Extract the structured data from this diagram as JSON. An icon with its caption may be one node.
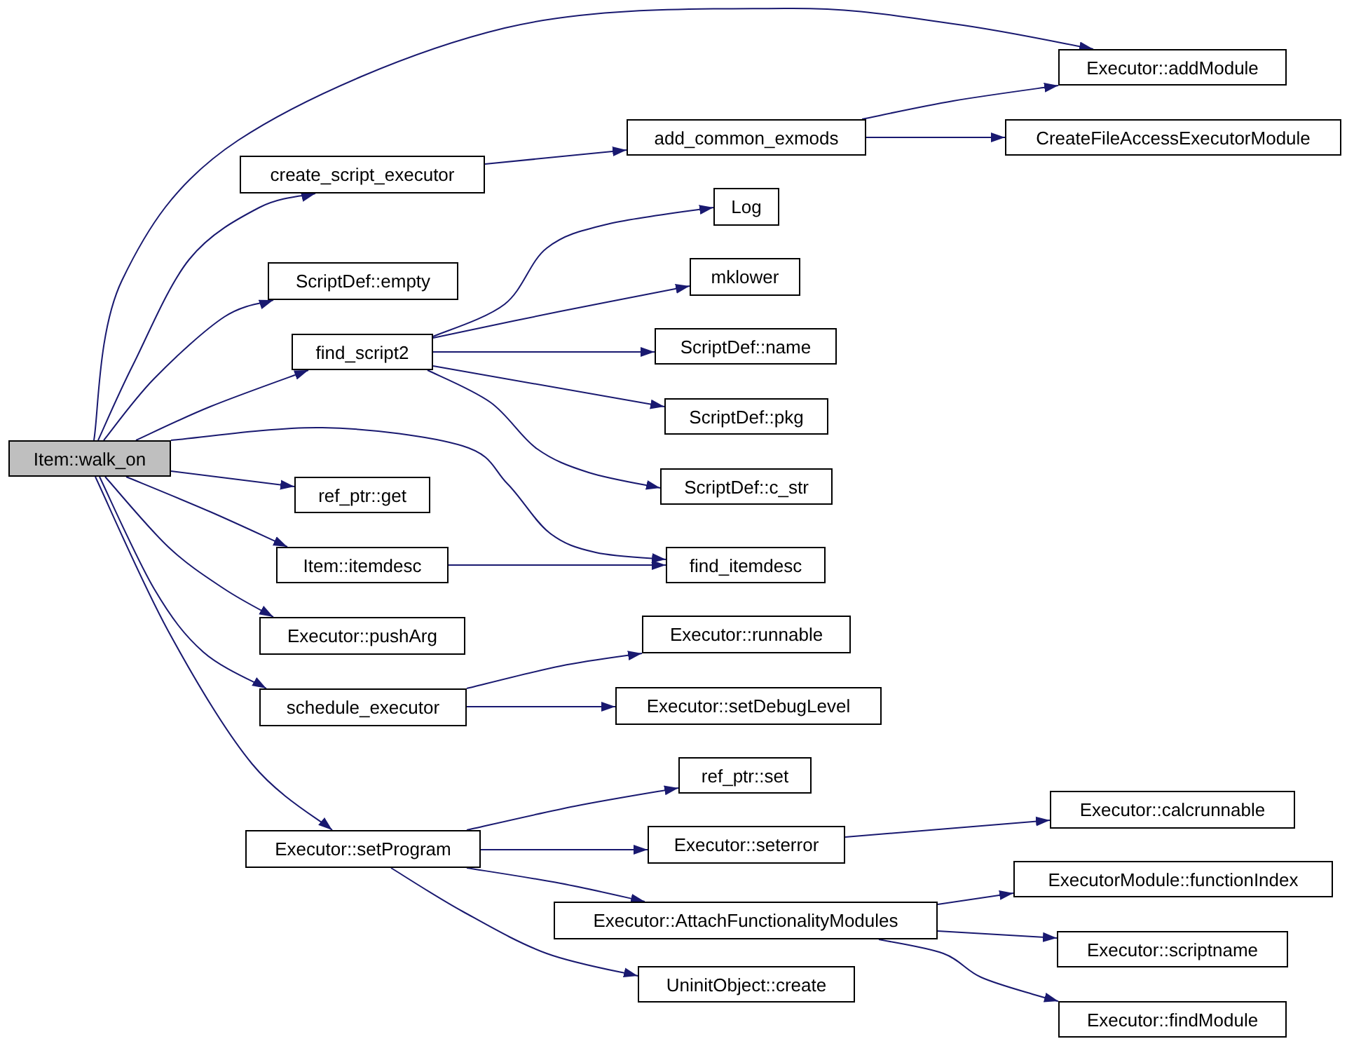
{
  "diagram": {
    "nodes": [
      {
        "text": [
          "Item::walk_on"
        ]
      },
      {
        "text": [
          "create_script_executor"
        ]
      },
      {
        "text": [
          "ScriptDef::empty"
        ]
      },
      {
        "text": [
          "find_script2"
        ]
      },
      {
        "text": [
          "ref_ptr::get"
        ]
      },
      {
        "text": [
          "Item::itemdesc"
        ]
      },
      {
        "text": [
          "Executor::pushArg"
        ]
      },
      {
        "text": [
          "schedule_executor"
        ]
      },
      {
        "text": [
          "Executor::setProgram"
        ]
      },
      {
        "text": [
          "add_common_exmods"
        ]
      },
      {
        "text": [
          "Log"
        ]
      },
      {
        "text": [
          "mklower"
        ]
      },
      {
        "text": [
          "ScriptDef::name"
        ]
      },
      {
        "text": [
          "ScriptDef::pkg"
        ]
      },
      {
        "text": [
          "ScriptDef::c_str"
        ]
      },
      {
        "text": [
          "find_itemdesc"
        ]
      },
      {
        "text": [
          "Executor::runnable"
        ]
      },
      {
        "text": [
          "Executor::setDebugLevel"
        ]
      },
      {
        "text": [
          "ref_ptr::set"
        ]
      },
      {
        "text": [
          "Executor::seterror"
        ]
      },
      {
        "text": [
          "Executor::AttachFunctionalityModules"
        ]
      },
      {
        "text": [
          "UninitObject::create"
        ]
      },
      {
        "text": [
          "Executor::addModule"
        ]
      },
      {
        "text": [
          "CreateFileAccessExecutorModule"
        ]
      },
      {
        "text": [
          "Executor::calcrunnable"
        ]
      },
      {
        "text": [
          "ExecutorModule::functionIndex"
        ]
      },
      {
        "text": [
          "Executor::scriptname"
        ]
      },
      {
        "text": [
          "Executor::findModule"
        ]
      }
    ],
    "edges": [
      {
        "from": 0,
        "to": 22,
        "arrow": "to"
      },
      {
        "from": 0,
        "to": 1,
        "arrow": "to"
      },
      {
        "from": 0,
        "to": 2,
        "arrow": "to"
      },
      {
        "from": 0,
        "to": 3,
        "arrow": "to"
      },
      {
        "from": 0,
        "to": 15,
        "arrow": "to"
      },
      {
        "from": 0,
        "to": 4,
        "arrow": "to"
      },
      {
        "from": 0,
        "to": 5,
        "arrow": "to"
      },
      {
        "from": 0,
        "to": 6,
        "arrow": "to"
      },
      {
        "from": 0,
        "to": 7,
        "arrow": "to"
      },
      {
        "from": 0,
        "to": 8,
        "arrow": "to"
      },
      {
        "from": 1,
        "to": 9,
        "arrow": "to"
      },
      {
        "from": 9,
        "to": 22,
        "arrow": "to"
      },
      {
        "from": 9,
        "to": 23,
        "arrow": "to"
      },
      {
        "from": 3,
        "to": 10,
        "arrow": "to"
      },
      {
        "from": 3,
        "to": 11,
        "arrow": "to"
      },
      {
        "from": 3,
        "to": 12,
        "arrow": "to"
      },
      {
        "from": 3,
        "to": 13,
        "arrow": "to"
      },
      {
        "from": 3,
        "to": 14,
        "arrow": "to"
      },
      {
        "from": 5,
        "to": 15,
        "arrow": "to"
      },
      {
        "from": 7,
        "to": 16,
        "arrow": "to"
      },
      {
        "from": 7,
        "to": 17,
        "arrow": "to"
      },
      {
        "from": 8,
        "to": 18,
        "arrow": "to"
      },
      {
        "from": 8,
        "to": 19,
        "arrow": "to"
      },
      {
        "from": 8,
        "to": 20,
        "arrow": "to"
      },
      {
        "from": 8,
        "to": 21,
        "arrow": "to"
      },
      {
        "from": 19,
        "to": 24,
        "arrow": "to"
      },
      {
        "from": 20,
        "to": 25,
        "arrow": "to"
      },
      {
        "from": 20,
        "to": 26,
        "arrow": "to"
      },
      {
        "from": 20,
        "to": 27,
        "arrow": "to"
      }
    ]
  }
}
